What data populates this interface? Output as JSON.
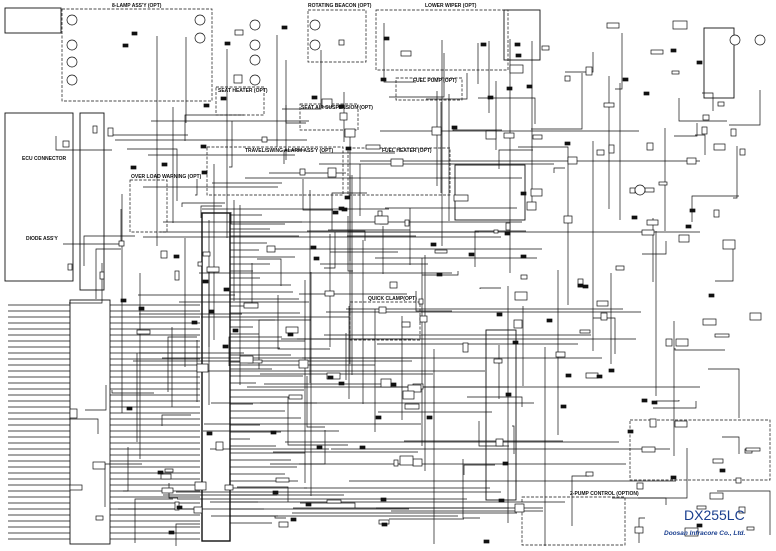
{
  "diagram": {
    "model": "DX255LC",
    "company": "Doosan Infracore Co., Ltd.",
    "sections": {
      "lamp": "8-LAMP ASS'Y (OPT)",
      "beacon": "ROTATING BEACON (OPT)",
      "wiper": "LOWER WIPER (OPT)",
      "fuel_pump": "FUEL PUMP (OPT)",
      "seat_heater": "SEAT HEATER (OPT)",
      "seat_air": "SEAT AIR SUSPENSION (OPT)",
      "travel_alarm": "TRAVEL/SWING ALARM ASS'Y (OPT)",
      "fuel_heater": "FUEL HEATER (OPT)",
      "overload": "OVER LOAD WARNING (OPT)",
      "quick_clamp": "QUICK CLAMP(OPT)",
      "two_pump": "2-PUMP CONTROL (OPTION)",
      "ecu_connector": "ECU CONNECTOR",
      "diode": "DIODE ASS'Y"
    }
  }
}
